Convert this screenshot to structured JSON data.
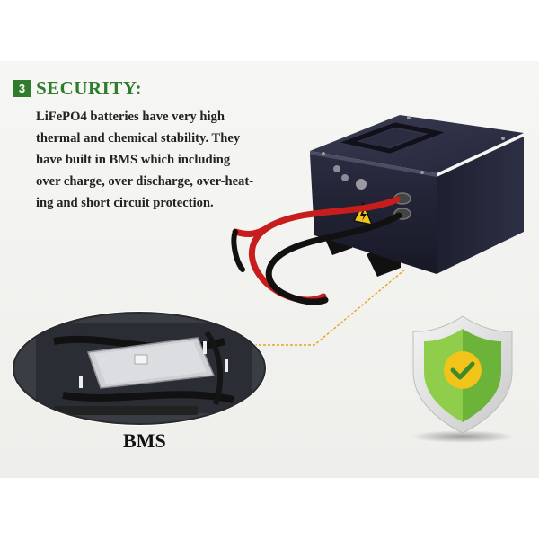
{
  "section": {
    "number": "3",
    "title": "SECURITY:",
    "description_lines": [
      "LiFePO4 batteries have very high",
      "thermal and chemical stability. They",
      "have built in BMS which including",
      "over charge, over discharge, over-heat-",
      "ing and short circuit protection."
    ]
  },
  "bms_label": "BMS",
  "icons": {
    "battery": "battery-pack-image",
    "bms_board": "bms-circuit-board-image",
    "shield": "shield-check-icon",
    "warning": "warning-lightning-icon"
  },
  "colors": {
    "accent_green": "#2f7d2c",
    "shield_green": "#7cc242",
    "check_yellow": "#f2c318",
    "connector_orange": "#e8a21a",
    "battery_body": "#1b1d2a",
    "cable_red": "#c81d1d"
  }
}
